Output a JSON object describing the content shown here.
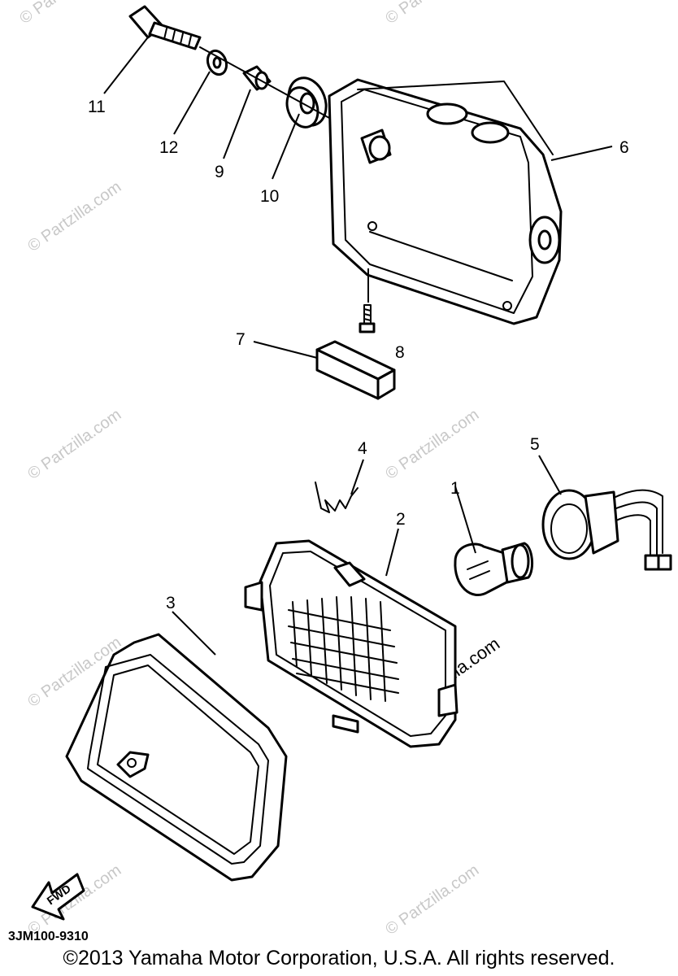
{
  "diagram": {
    "callouts": [
      {
        "id": "1",
        "label": "1"
      },
      {
        "id": "2",
        "label": "2"
      },
      {
        "id": "3",
        "label": "3"
      },
      {
        "id": "4",
        "label": "4"
      },
      {
        "id": "5",
        "label": "5"
      },
      {
        "id": "6",
        "label": "6"
      },
      {
        "id": "7",
        "label": "7"
      },
      {
        "id": "8",
        "label": "8"
      },
      {
        "id": "9",
        "label": "9"
      },
      {
        "id": "10",
        "label": "10"
      },
      {
        "id": "11",
        "label": "11"
      },
      {
        "id": "12",
        "label": "12"
      }
    ],
    "watermark_text": "© Partzilla.com",
    "fwd_arrow_label": "FWD",
    "diagram_code": "3JM100-9310",
    "copyright": "©2013  Yamaha Motor Corporation, U.S.A. All rights reserved."
  }
}
